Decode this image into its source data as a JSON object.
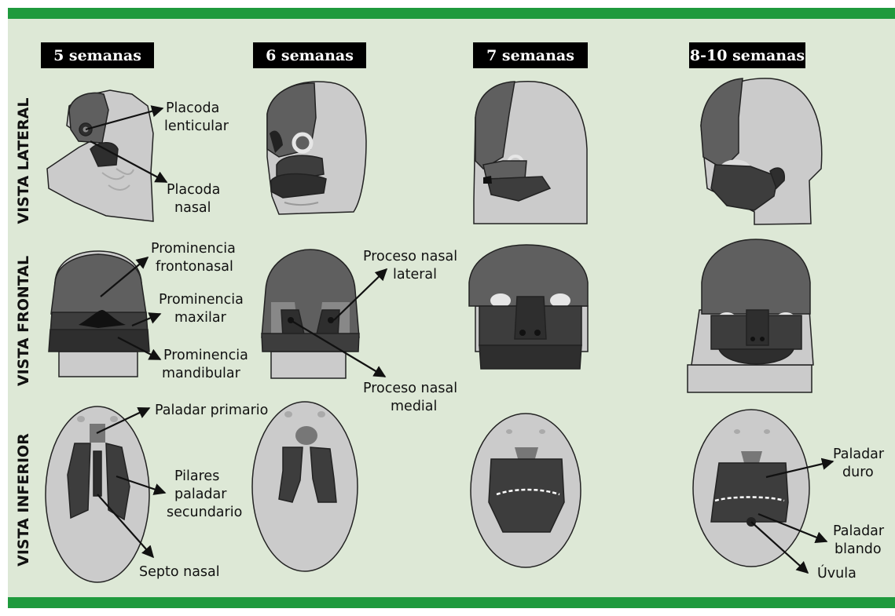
{
  "colors": {
    "bar": "#1f9a3d",
    "panel": "#dde8d6",
    "skin": "#cbcbcb",
    "mid": "#5f5f5f",
    "dark": "#3d3d3d",
    "darker": "#2e2e2e",
    "outline": "#222222"
  },
  "weeks": [
    "5 semanas",
    "6 semanas",
    "7 semanas",
    "8-10 semanas"
  ],
  "rows": [
    "VISTA LATERAL",
    "VISTA FRONTAL",
    "VISTA INFERIOR"
  ],
  "labels": {
    "placoda_lenticular": [
      "Placoda",
      "lenticular"
    ],
    "placoda_nasal": [
      "Placoda",
      "nasal"
    ],
    "prominencia_frontonasal": [
      "Prominencia",
      "frontonasal"
    ],
    "prominencia_maxilar": [
      "Prominencia",
      "maxilar"
    ],
    "prominencia_mandibular": [
      "Prominencia",
      "mandibular"
    ],
    "proceso_nasal_lateral": [
      "Proceso nasal",
      "lateral"
    ],
    "proceso_nasal_medial": [
      "Proceso nasal",
      "medial"
    ],
    "paladar_primario": [
      "Paladar primario"
    ],
    "pilares_paladar_secundario": [
      "Pilares",
      "paladar",
      "secundario"
    ],
    "septo_nasal": [
      "Septo nasal"
    ],
    "paladar_duro": [
      "Paladar",
      "duro"
    ],
    "paladar_blando": [
      "Paladar",
      "blando"
    ],
    "uvula": [
      "Úvula"
    ]
  }
}
